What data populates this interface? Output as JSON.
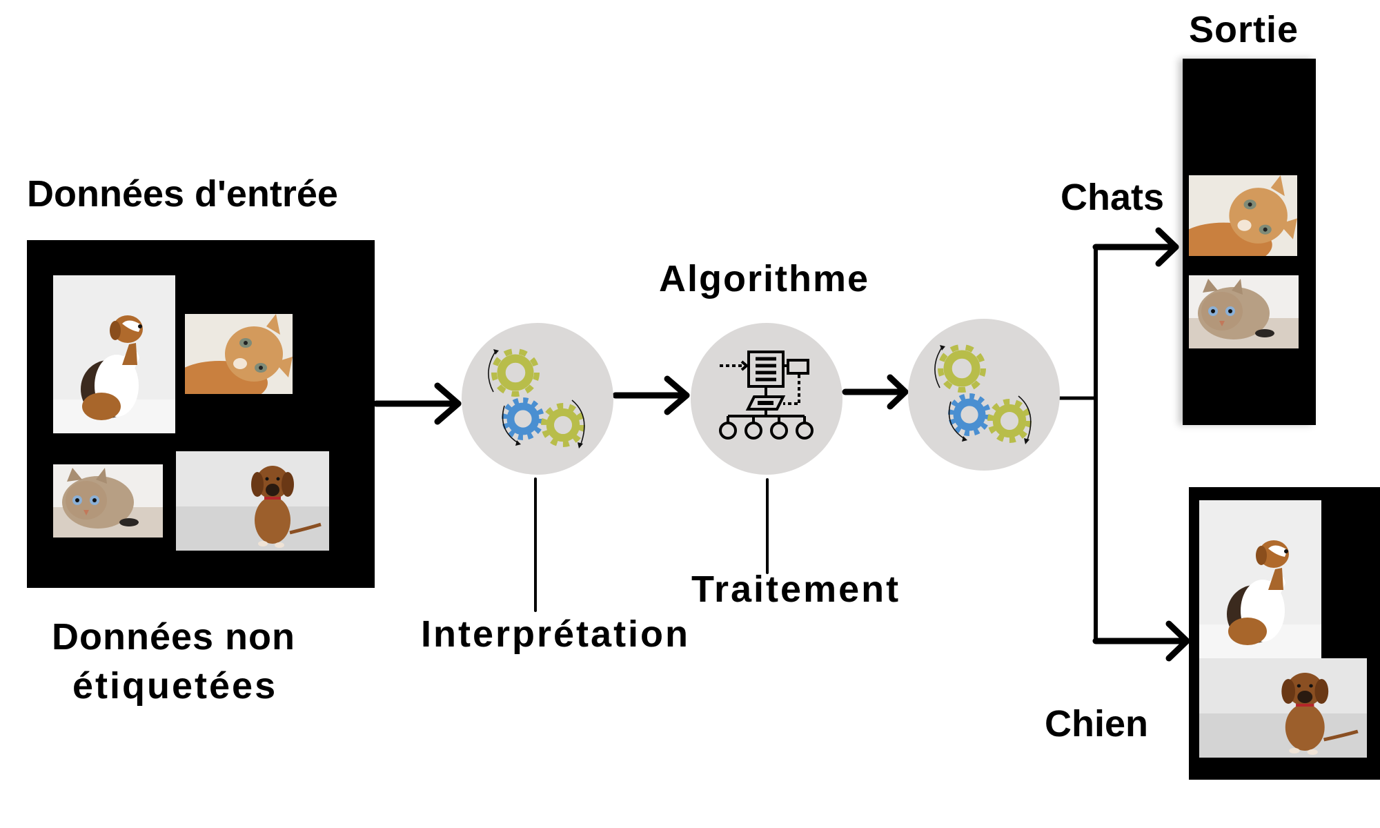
{
  "diagram": {
    "input": {
      "title": "Données d'entrée",
      "caption_line1": "Données non",
      "caption_line2": "étiquetées",
      "images": [
        "dog-beagle-photo",
        "cat-orange-photo",
        "cat-tabby-photo",
        "dog-puppy-photo"
      ]
    },
    "stages": [
      {
        "id": "interpretation",
        "label": "Interprétation",
        "icon": "gears-icon"
      },
      {
        "id": "algorithm",
        "title": "Algorithme",
        "label": "Traitement",
        "icon": "algorithm-flowchart-icon"
      },
      {
        "id": "output-interpretation",
        "icon": "gears-icon"
      }
    ],
    "output": {
      "title": "Sortie",
      "classes": [
        {
          "label": "Chats",
          "images": [
            "cat-orange-photo",
            "cat-tabby-photo"
          ]
        },
        {
          "label": "Chien",
          "images": [
            "dog-beagle-photo",
            "dog-puppy-photo"
          ]
        }
      ]
    },
    "colors": {
      "gear_green": "#b8bd4a",
      "gear_blue": "#4a8fd1",
      "stage_circle": "#dbd9d8",
      "frame": "#000000"
    }
  }
}
